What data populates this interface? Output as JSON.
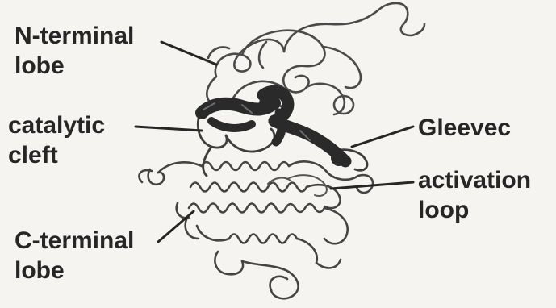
{
  "labels": {
    "n_terminal": {
      "line1": "N-terminal",
      "line2": "lobe"
    },
    "catalytic": {
      "line1": "catalytic",
      "line2": "cleft"
    },
    "c_terminal": {
      "line1": "C-terminal",
      "line2": "lobe"
    },
    "gleevec": {
      "line1": "Gleevec"
    },
    "activation": {
      "line1": "activation",
      "line2": "loop"
    }
  },
  "colors": {
    "background": "#f6f4f1",
    "ribbon": "#4a4a4a",
    "ligand": "#2a2a2a",
    "text": "#262626"
  }
}
